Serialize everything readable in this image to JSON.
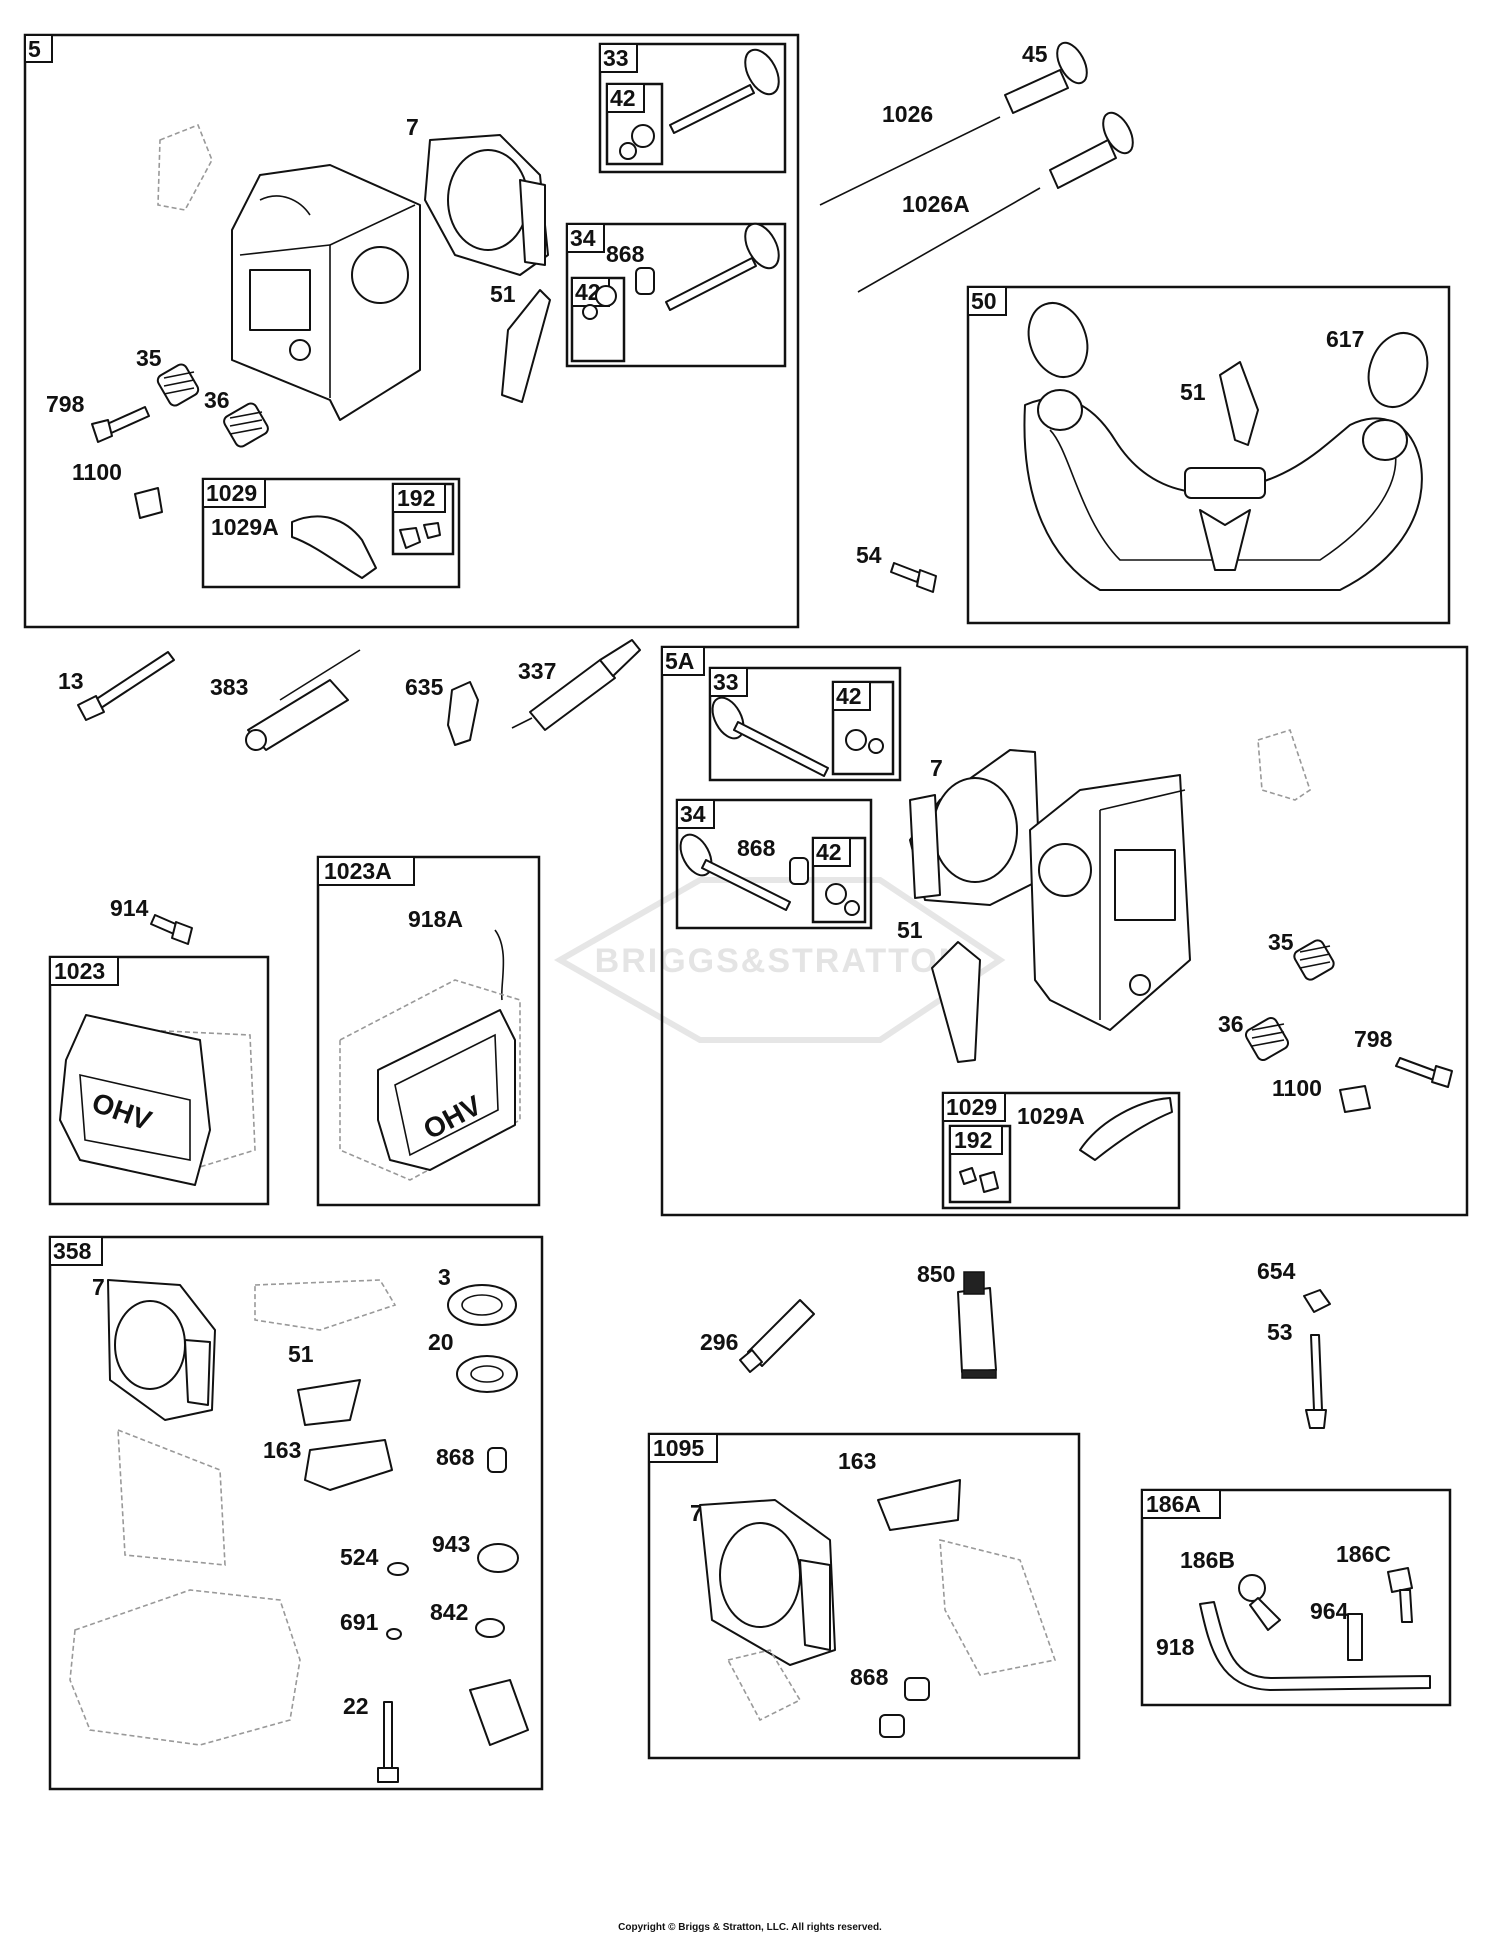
{
  "watermark": "BRIGGS&STRATTON",
  "copyright": "Copyright © Briggs & Stratton, LLC. All rights reserved.",
  "cover_text": "OHV",
  "groups": [
    {
      "id": "5",
      "parts": [
        {
          "id": "33",
          "parts": [
            "42"
          ]
        },
        {
          "id": "34",
          "parts": [
            "868",
            "42"
          ]
        },
        {
          "id": "1029",
          "parts": [
            "1029A",
            "192"
          ]
        },
        "7",
        "51",
        "35",
        "36",
        "798",
        "1100"
      ]
    },
    {
      "id": "50",
      "parts": [
        "617",
        "51"
      ]
    },
    {
      "id": "5A",
      "parts": [
        {
          "id": "33",
          "parts": [
            "42"
          ]
        },
        {
          "id": "34",
          "parts": [
            "868",
            "42"
          ]
        },
        {
          "id": "1029",
          "parts": [
            "1029A",
            "192"
          ]
        },
        "7",
        "51",
        "35",
        "36",
        "798",
        "1100"
      ]
    },
    {
      "id": "1023A",
      "parts": [
        "918A"
      ]
    },
    {
      "id": "1023",
      "parts": []
    },
    {
      "id": "358",
      "parts": [
        "7",
        "3",
        "51",
        "20",
        "163",
        "868",
        "524",
        "943",
        "691",
        "842",
        "22"
      ]
    },
    {
      "id": "1095",
      "parts": [
        "163",
        "7",
        "868"
      ]
    },
    {
      "id": "186A",
      "parts": [
        "186B",
        "186C",
        "964",
        "918"
      ]
    }
  ],
  "loose_parts": [
    "45",
    "1026",
    "1026A",
    "54",
    "13",
    "383",
    "635",
    "337",
    "914",
    "850",
    "296",
    "654",
    "53"
  ]
}
